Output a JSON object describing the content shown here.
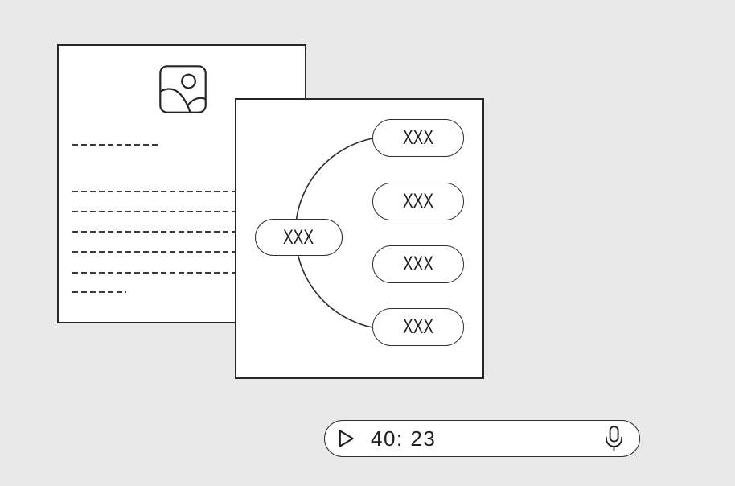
{
  "illustration": {
    "background_color": "#e9e9e9",
    "outline_color": "#262626",
    "card_fill": "#ffffff"
  },
  "document_card": {
    "image_icon": "image-placeholder-icon",
    "placeholder_lines": "dashed"
  },
  "mindmap_card": {
    "root_label": "XXX",
    "child_labels": [
      "XXX",
      "XXX",
      "XXX",
      "XXX"
    ]
  },
  "player": {
    "play_icon": "play-icon",
    "time": "40: 23",
    "mic_icon": "microphone-icon"
  }
}
